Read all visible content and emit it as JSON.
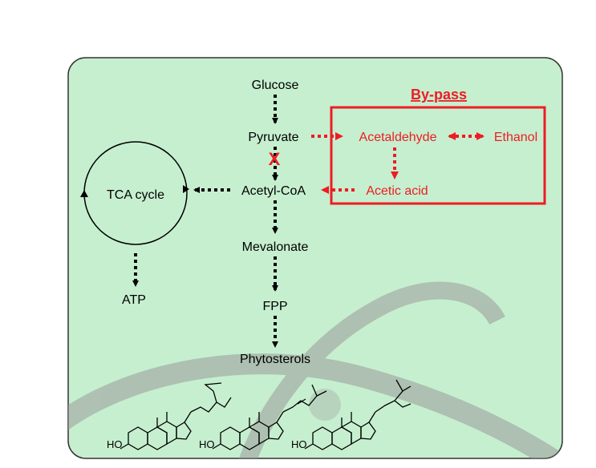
{
  "diagram": {
    "colors": {
      "panel_fill": "#c6efcf",
      "panel_border": "#333333",
      "pathway": "#000000",
      "bypass": "#ee1c24",
      "watermark": "#9a9a9a"
    },
    "main_pathway": {
      "glucose": "Glucose",
      "pyruvate": "Pyruvate",
      "acetyl_coa": "Acetyl-CoA",
      "mevalonate": "Mevalonate",
      "fpp": "FPP",
      "phytosterols": "Phytosterols"
    },
    "tca": {
      "label": "TCA cycle",
      "product": "ATP"
    },
    "bypass": {
      "title": "By-pass",
      "acetaldehyde": "Acetaldehyde",
      "ethanol": "Ethanol",
      "acetic_acid": "Acetic acid",
      "blocked_mark": "X"
    },
    "structures": {
      "hydroxyl_label": "HO"
    }
  }
}
